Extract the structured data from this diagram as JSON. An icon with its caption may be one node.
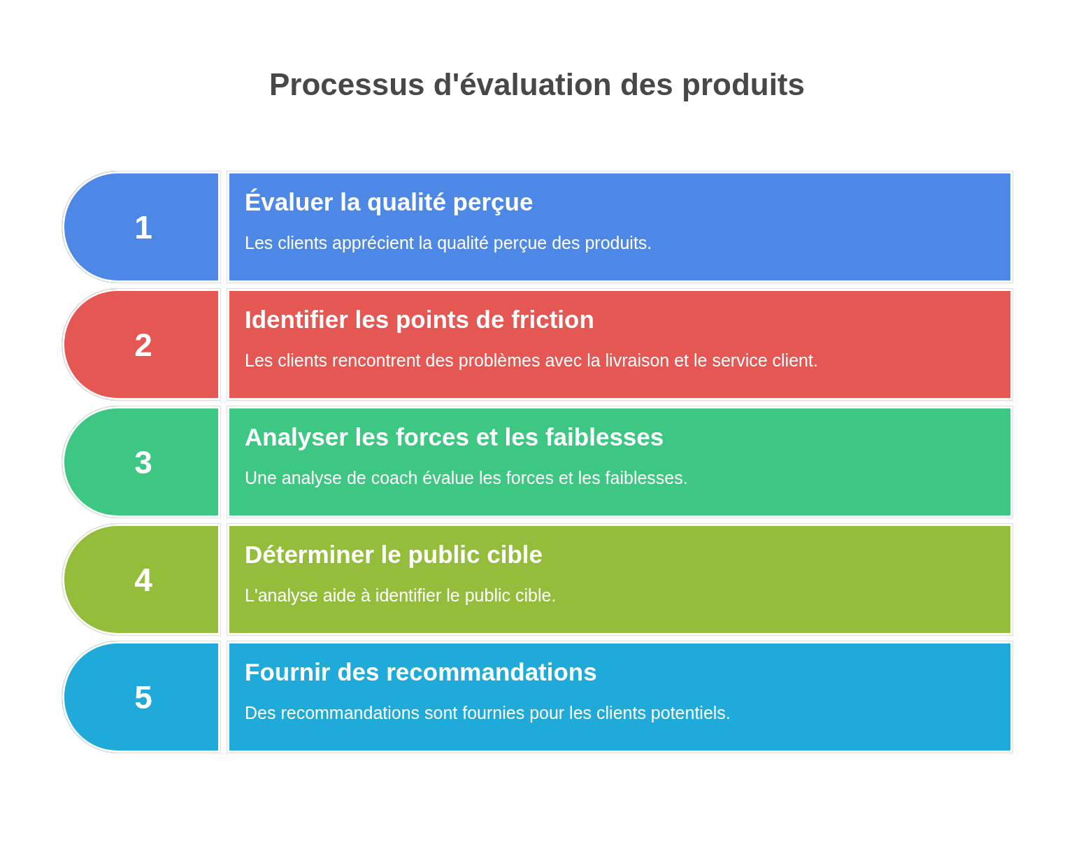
{
  "diagram": {
    "title": "Processus d'évaluation des produits",
    "nodes": [
      {
        "text": [
          "1"
        ]
      },
      {
        "text": [
          "Évaluer la qualité perçue",
          "Les clients apprécient la qualité perçue des produits."
        ]
      },
      {
        "text": [
          "2"
        ]
      },
      {
        "text": [
          "Identifier les points de friction",
          "Les clients rencontrent des problèmes avec la livraison et le service client."
        ]
      },
      {
        "text": [
          "3"
        ]
      },
      {
        "text": [
          "Analyser les forces et les faiblesses",
          "Une analyse de coach évalue les forces et les faiblesses."
        ]
      },
      {
        "text": [
          "4"
        ]
      },
      {
        "text": [
          "Déterminer le public cible",
          "L'analyse aide à identifier le public cible."
        ]
      },
      {
        "text": [
          "5"
        ]
      },
      {
        "text": [
          "Fournir des recommandations",
          "Des recommandations sont fournies pour les clients potentiels."
        ]
      }
    ]
  }
}
